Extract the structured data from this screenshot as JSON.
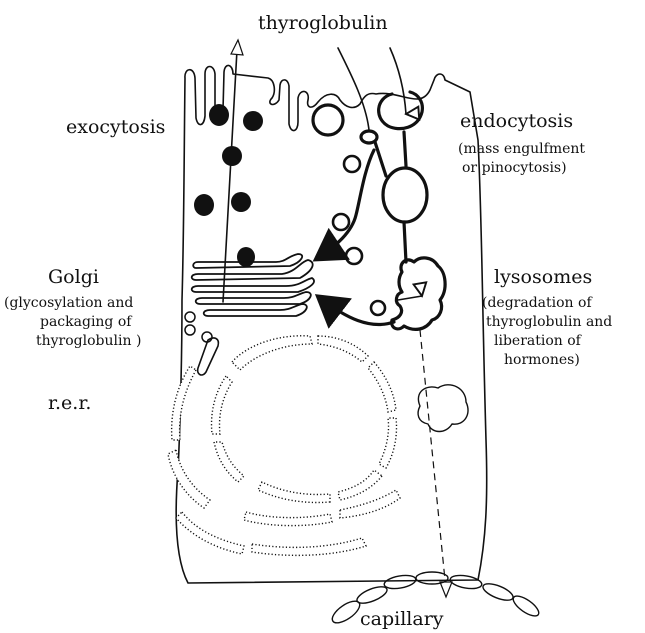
{
  "labels": {
    "thyroglobulin": "thyroglobulin",
    "exocytosis": "exocytosis",
    "endocytosis": "endocytosis",
    "endocytosis_note_1": "(mass engulfment",
    "endocytosis_note_2": "or pinocytosis)",
    "golgi": "Golgi",
    "golgi_note_1": "(glycosylation and",
    "golgi_note_2": "packaging of",
    "golgi_note_3": "thyroglobulin )",
    "lysosomes": "lysosomes",
    "lysosomes_note_1": "(degradation of",
    "lysosomes_note_2": "thyroglobulin and",
    "lysosomes_note_3": "liberation of",
    "lysosomes_note_4": "hormones)",
    "rer": "r.e.r.",
    "capillary": "capillary"
  },
  "colors": {
    "ink": "#111111",
    "background": "#ffffff"
  }
}
